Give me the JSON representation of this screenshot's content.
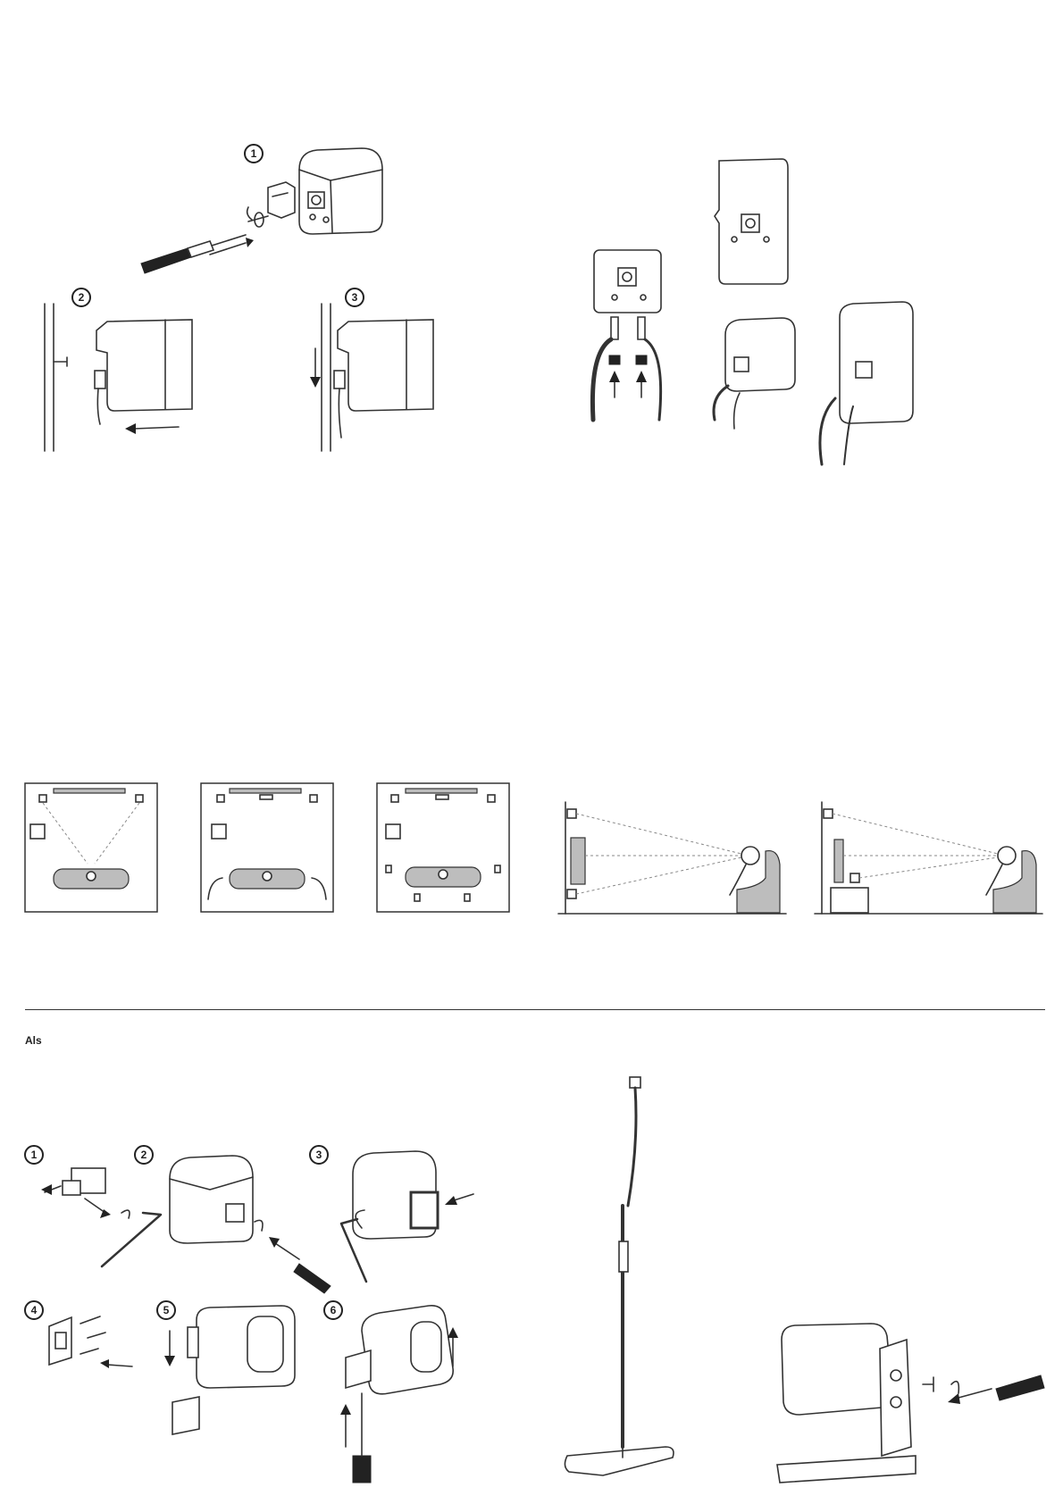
{
  "page": {
    "section_label": "Als"
  },
  "steps": {
    "wall_mount": [
      "1",
      "2",
      "3"
    ],
    "bracket": [
      "1",
      "2",
      "3",
      "4",
      "5",
      "6"
    ]
  },
  "icons": [
    "screwdriver-icon",
    "speaker-icon",
    "arrow-icon",
    "allen-key-icon",
    "floor-stand-icon",
    "table-stand-icon",
    "room-layout-icon"
  ]
}
